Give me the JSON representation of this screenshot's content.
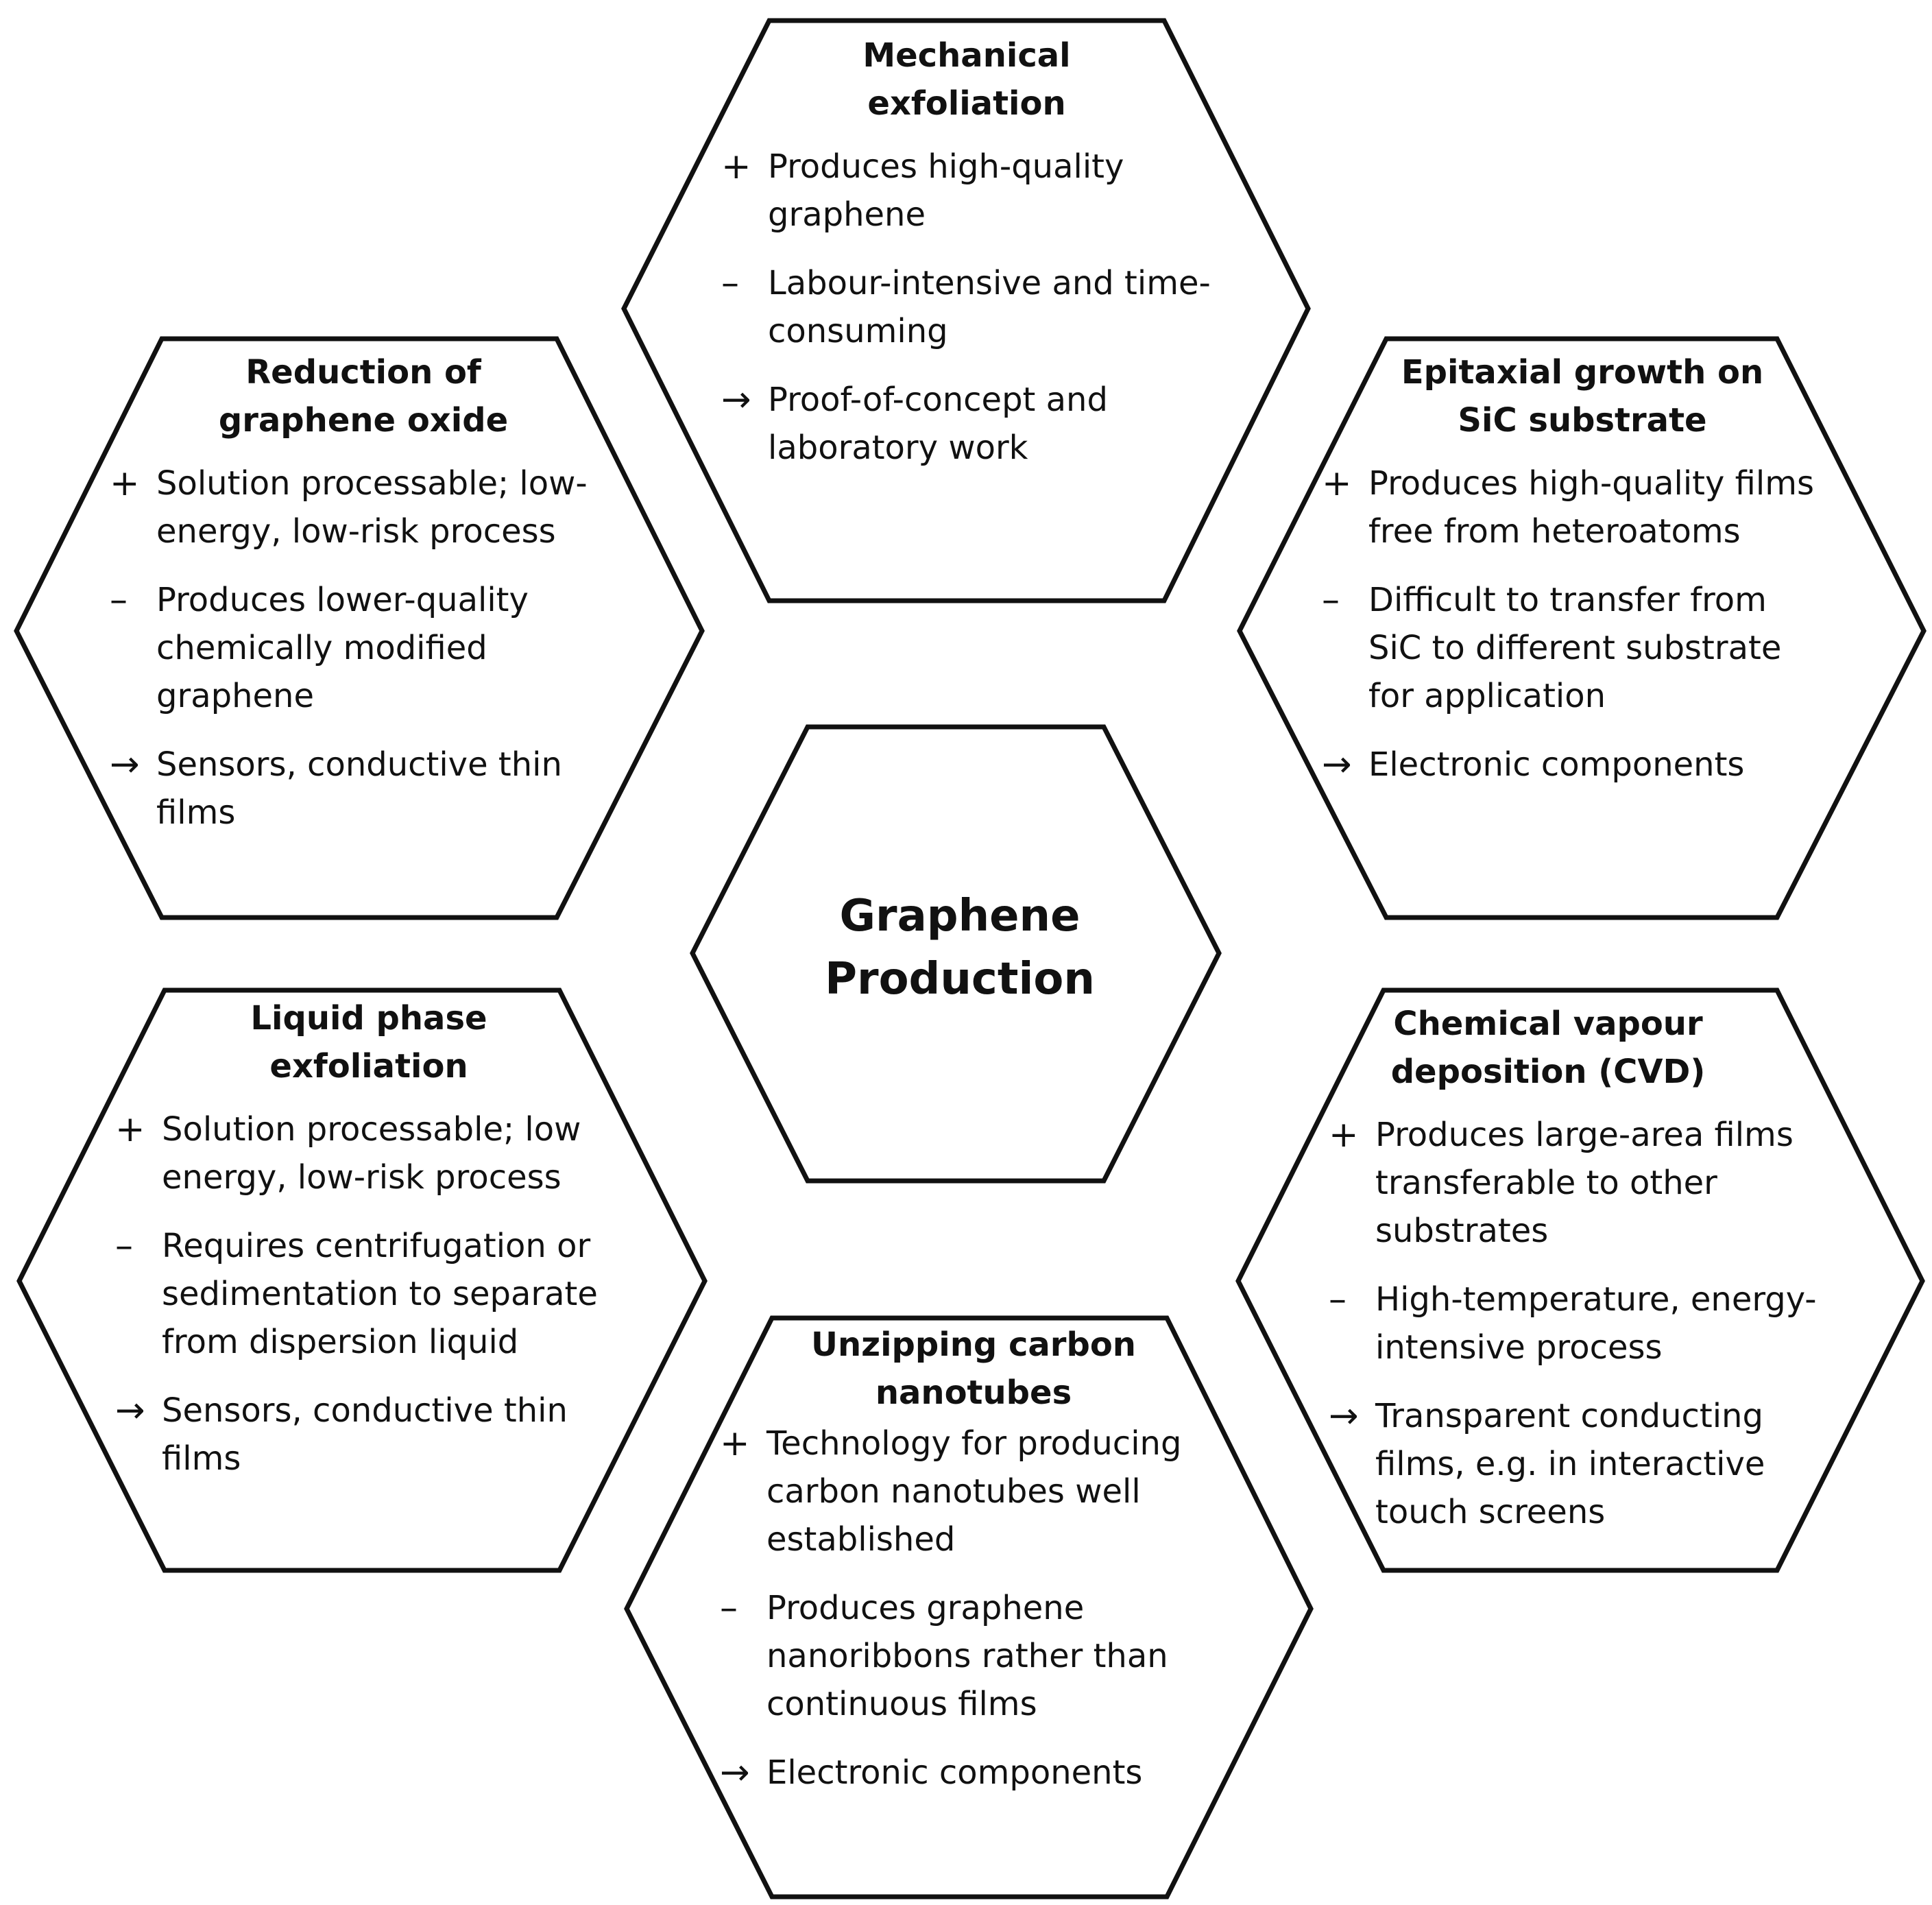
{
  "diagram": {
    "center": {
      "line1": "Graphene",
      "line2": "Production"
    },
    "symbols": {
      "plus": "+",
      "minus": "–",
      "arrow": "→"
    },
    "hexagons": [
      {
        "title_line1": "Mechanical",
        "title_line2": "exfoliation",
        "plus": [
          "Produces high-quality",
          "graphene"
        ],
        "minus": [
          "Labour-intensive and time-",
          "consuming"
        ],
        "arrow": [
          "Proof-of-concept and",
          "laboratory work"
        ]
      },
      {
        "title_line1": "Epitaxial growth on",
        "title_line2": "SiC substrate",
        "plus": [
          "Produces high-quality films",
          "free from heteroatoms"
        ],
        "minus": [
          "Difficult to transfer from",
          "SiC to different substrate",
          "for application"
        ],
        "arrow": [
          "Electronic components"
        ]
      },
      {
        "title_line1": "Reduction of",
        "title_line2": "graphene oxide",
        "plus": [
          "Solution processable; low-",
          "energy, low-risk process"
        ],
        "minus": [
          "Produces lower-quality",
          "chemically modified",
          "graphene"
        ],
        "arrow": [
          "Sensors, conductive thin",
          "films"
        ]
      },
      {
        "title_line1": "Liquid phase",
        "title_line2": "exfoliation",
        "plus": [
          "Solution processable; low",
          "energy, low-risk process"
        ],
        "minus": [
          "Requires centrifugation or",
          "sedimentation to separate",
          "from dispersion liquid"
        ],
        "arrow": [
          "Sensors, conductive thin",
          "films"
        ]
      },
      {
        "title_line1": "Chemical vapour",
        "title_line2": "deposition (CVD)",
        "plus": [
          "Produces large-area films",
          "transferable to other",
          "substrates"
        ],
        "minus": [
          "High-temperature, energy-",
          "intensive process"
        ],
        "arrow": [
          "Transparent conducting",
          "films, e.g. in interactive",
          "touch screens"
        ]
      },
      {
        "title_line1": "Unzipping carbon",
        "title_line2": "nanotubes",
        "plus": [
          "Technology for producing",
          "carbon nanotubes well",
          "established"
        ],
        "minus": [
          "Produces graphene",
          "nanoribbons rather than",
          "continuous films"
        ],
        "arrow": [
          "Electronic components"
        ]
      }
    ]
  }
}
